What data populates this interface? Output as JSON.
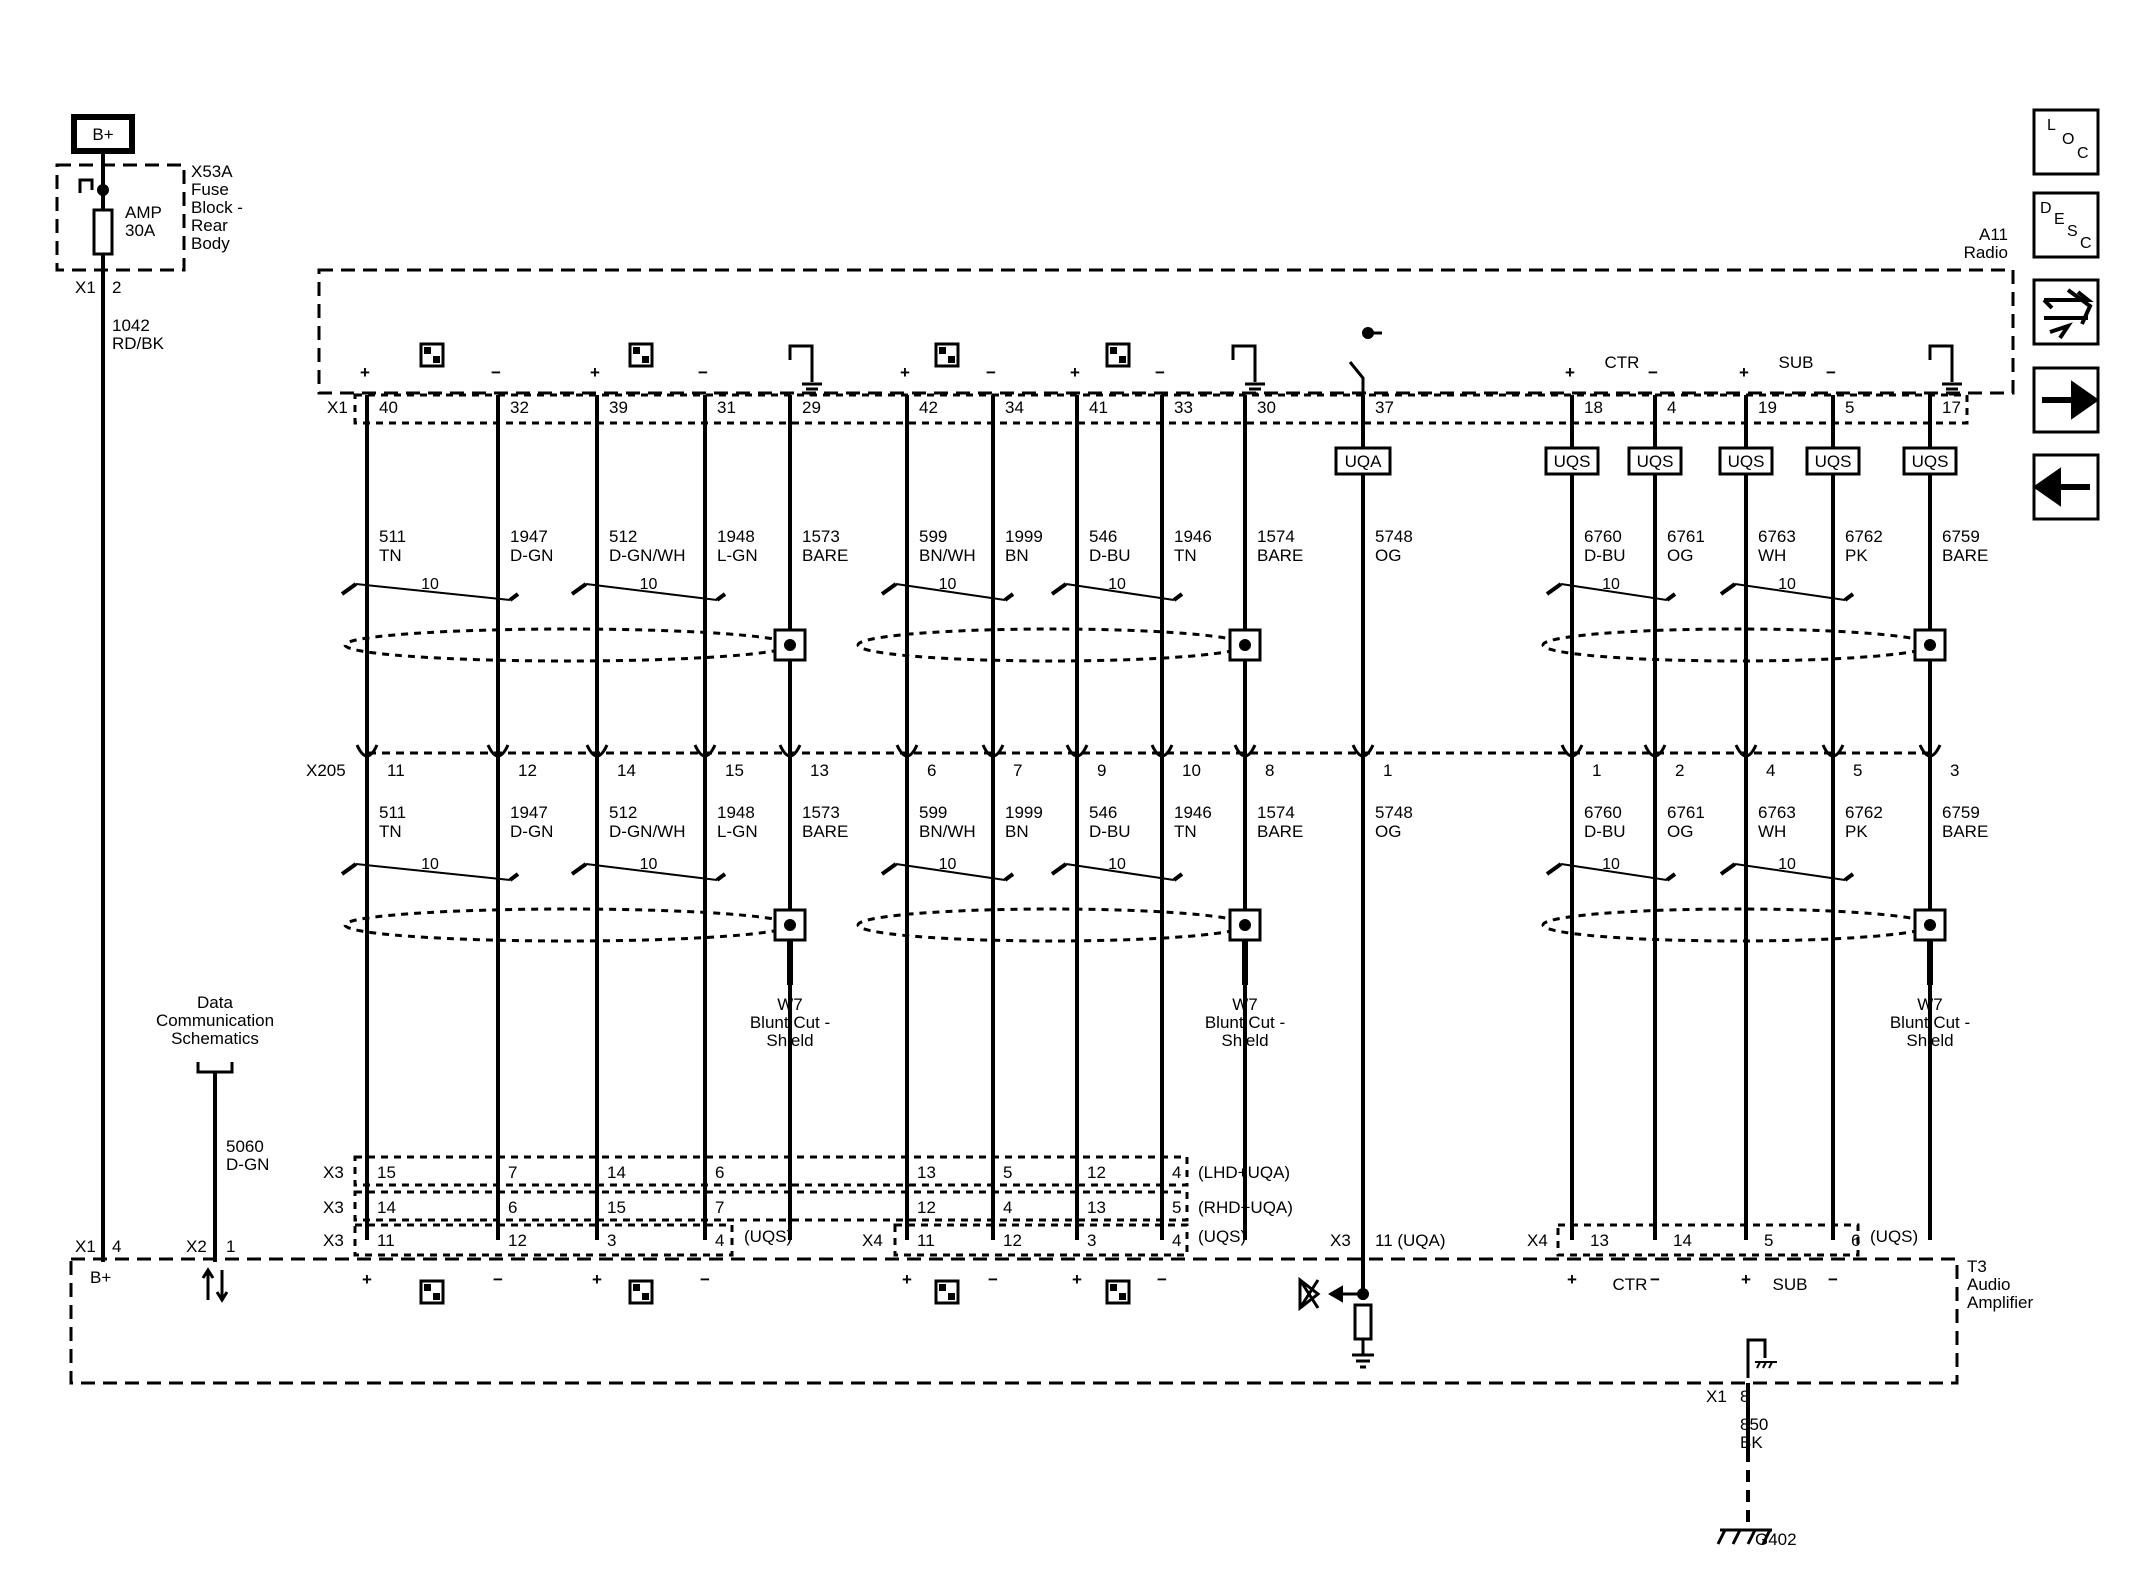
{
  "battery": {
    "label": "B+"
  },
  "fuse_block": {
    "lines": [
      "X53A",
      "Fuse",
      "Block -",
      "Rear",
      "Body"
    ],
    "amp_label": "AMP",
    "amp_value": "30A",
    "connector": "X1",
    "pin": "2"
  },
  "battery_wire": {
    "circuit": "1042",
    "color": "RD/BK"
  },
  "radio": {
    "lines": [
      "A11",
      "Radio"
    ],
    "connector": "X1"
  },
  "radio_wires": [
    {
      "pin": "40",
      "circuit": "511",
      "color": "TN",
      "pol": "+"
    },
    {
      "pin": "32",
      "circuit": "1947",
      "color": "D-GN",
      "pol": "−"
    },
    {
      "pin": "39",
      "circuit": "512",
      "color": "D-GN/WH",
      "pol": "+"
    },
    {
      "pin": "31",
      "circuit": "1948",
      "color": "L-GN",
      "pol": "−"
    },
    {
      "pin": "29",
      "circuit": "1573",
      "color": "BARE",
      "pol": ""
    },
    {
      "pin": "42",
      "circuit": "599",
      "color": "BN/WH",
      "pol": "+"
    },
    {
      "pin": "34",
      "circuit": "1999",
      "color": "BN",
      "pol": "−"
    },
    {
      "pin": "41",
      "circuit": "546",
      "color": "D-BU",
      "pol": "+"
    },
    {
      "pin": "33",
      "circuit": "1946",
      "color": "TN",
      "pol": "−"
    },
    {
      "pin": "30",
      "circuit": "1574",
      "color": "BARE",
      "pol": ""
    },
    {
      "pin": "37",
      "circuit": "5748",
      "color": "OG",
      "pol": "",
      "option": "UQA"
    },
    {
      "pin": "18",
      "circuit": "6760",
      "color": "D-BU",
      "pol": "+",
      "option": "UQS"
    },
    {
      "pin": "4",
      "circuit": "6761",
      "color": "OG",
      "pol": "−",
      "option": "UQS"
    },
    {
      "pin": "19",
      "circuit": "6763",
      "color": "WH",
      "pol": "+",
      "option": "UQS"
    },
    {
      "pin": "5",
      "circuit": "6762",
      "color": "PK",
      "pol": "−",
      "option": "UQS"
    },
    {
      "pin": "17",
      "circuit": "6759",
      "color": "BARE",
      "pol": "",
      "option": "UQS"
    }
  ],
  "channel_labels": {
    "ctr": "CTR",
    "sub": "SUB"
  },
  "twist_label": "10",
  "inline": {
    "connector": "X205",
    "pins": [
      "11",
      "12",
      "14",
      "15",
      "13",
      "6",
      "7",
      "9",
      "10",
      "8",
      "1",
      "1",
      "2",
      "4",
      "5",
      "3"
    ]
  },
  "shields": [
    {
      "lines": [
        "W7",
        "Blunt Cut -",
        "Shield"
      ]
    },
    {
      "lines": [
        "W7",
        "Blunt Cut -",
        "Shield"
      ]
    },
    {
      "lines": [
        "W7",
        "Blunt Cut -",
        "Shield"
      ]
    }
  ],
  "data_comm": {
    "lines": [
      "Data",
      "Communication",
      "Schematics"
    ],
    "circuit": "5060",
    "color": "D-GN",
    "connector": "X2",
    "pin": "1"
  },
  "amplifier": {
    "lines": [
      "T3",
      "Audio",
      "Amplifier"
    ],
    "bplus_connector": "X1",
    "bplus_pin": "4",
    "bplus_label": "B+",
    "rows": [
      {
        "connector": "X3",
        "pins": [
          "15",
          "7",
          "14",
          "6",
          "13",
          "5",
          "12",
          "4"
        ],
        "note": "(LHD+UQA)"
      },
      {
        "connector": "X3",
        "pins": [
          "14",
          "6",
          "15",
          "7",
          "12",
          "4",
          "13",
          "5"
        ],
        "note": "(RHD+UQA)"
      },
      {
        "connector": "X3",
        "pins": [
          "11",
          "12",
          "3",
          "4"
        ],
        "note": "(UQS)"
      },
      {
        "connector": "X4",
        "pins": [
          "11",
          "12",
          "3",
          "4"
        ],
        "note": "(UQS)"
      }
    ],
    "uqa_connector": "X3",
    "uqa_pin": "11 (UQA)",
    "x4_connector": "X4",
    "x4_pins": [
      "13",
      "14",
      "5",
      "6"
    ],
    "x4_note": "(UQS)",
    "ground_connector": "X1",
    "ground_pin": "8"
  },
  "ground_wire": {
    "circuit": "850",
    "color": "BK",
    "ground": "G402"
  },
  "side_buttons": [
    {
      "name": "loc-button",
      "letters": [
        "L",
        "O",
        "C"
      ]
    },
    {
      "name": "desc-button",
      "letters": [
        "D",
        "E",
        "S",
        "C"
      ]
    },
    {
      "name": "connector-view-icon"
    },
    {
      "name": "next-arrow-icon"
    },
    {
      "name": "previous-arrow-icon"
    }
  ]
}
